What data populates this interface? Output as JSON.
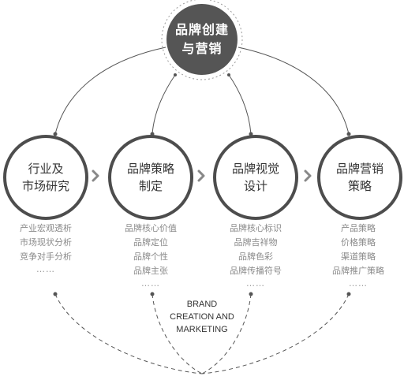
{
  "center": {
    "line1": "品牌创建",
    "line2": "与营销"
  },
  "stages": [
    {
      "line1": "行业及",
      "line2": "市场研究",
      "items": [
        "产业宏观透析",
        "市场现状分析",
        "竞争对手分析"
      ],
      "ellipsis": "……"
    },
    {
      "line1": "品牌策略",
      "line2": "制定",
      "items": [
        "品牌核心价值",
        "品牌定位",
        "品牌个性",
        "品牌主张"
      ],
      "ellipsis": "……"
    },
    {
      "line1": "品牌视觉",
      "line2": "设计",
      "items": [
        "品牌核心标识",
        "品牌吉祥物",
        "品牌色彩",
        "品牌传播符号"
      ],
      "ellipsis": "……"
    },
    {
      "line1": "品牌营销",
      "line2": "策略",
      "items": [
        "产品策略",
        "价格策略",
        "渠道策略",
        "品牌推广策略"
      ],
      "ellipsis": "……"
    }
  ],
  "footer": {
    "line1": "BRAND",
    "line2": "CREATION AND",
    "line3": "MARKETING"
  },
  "colors": {
    "center_fill": "#555555",
    "stage_stroke": "#4d4d4d",
    "arrow": "#888888",
    "connector": "#555555"
  }
}
